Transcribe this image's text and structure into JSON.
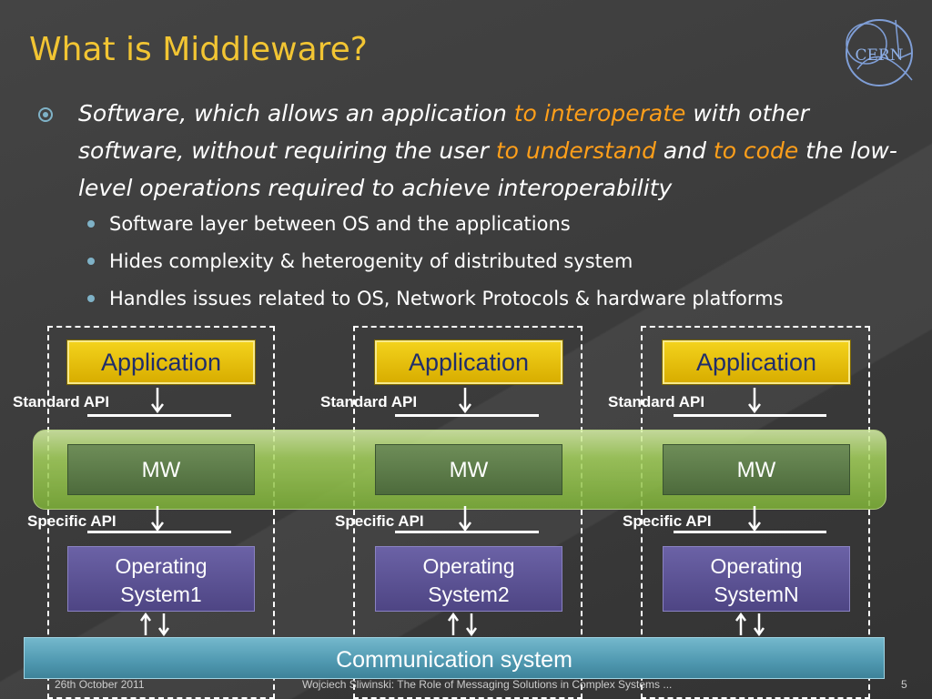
{
  "slide": {
    "title": "What is Middleware?",
    "logo_text": "CERN",
    "main_bullet": {
      "t1": "Software, which allows an application ",
      "h1": "to interoperate",
      "t2": " with other software, without requiring the user ",
      "h2": "to understand",
      "t3": " and ",
      "h3": "to code",
      "t4": " the low-level operations required to achieve interoperability"
    },
    "sub_bullets": [
      "Software layer between OS and the applications",
      "Hides complexity & heterogenity of distributed system",
      "Handles issues related to OS, Network Protocols & hardware platforms"
    ]
  },
  "diagram": {
    "columns": [
      {
        "application": "Application",
        "standard_api": "Standard API",
        "mw": "MW",
        "specific_api": "Specific API",
        "os": [
          "Operating",
          "System1"
        ]
      },
      {
        "application": "Application",
        "standard_api": "Standard API",
        "mw": "MW",
        "specific_api": "Specific API",
        "os": [
          "Operating",
          "System2"
        ]
      },
      {
        "application": "Application",
        "standard_api": "Standard API",
        "mw": "MW",
        "specific_api": "Specific API",
        "os": [
          "Operating",
          "SystemN"
        ]
      }
    ],
    "communication": "Communication system"
  },
  "footer": {
    "date": "26th October 2011",
    "author": "Wojciech Sliwinski: The Role of Messaging Solutions in Complex Systems ...",
    "page": "5"
  },
  "colors": {
    "title": "#f2c533",
    "highlight": "#ff9f1a",
    "bullet_marker": "#7fb2c7",
    "application": "#e6c10a",
    "mw": "#5b7a48",
    "os": "#5d5496",
    "communication": "#5aa3bb",
    "mw_band": "#a6d35d"
  }
}
